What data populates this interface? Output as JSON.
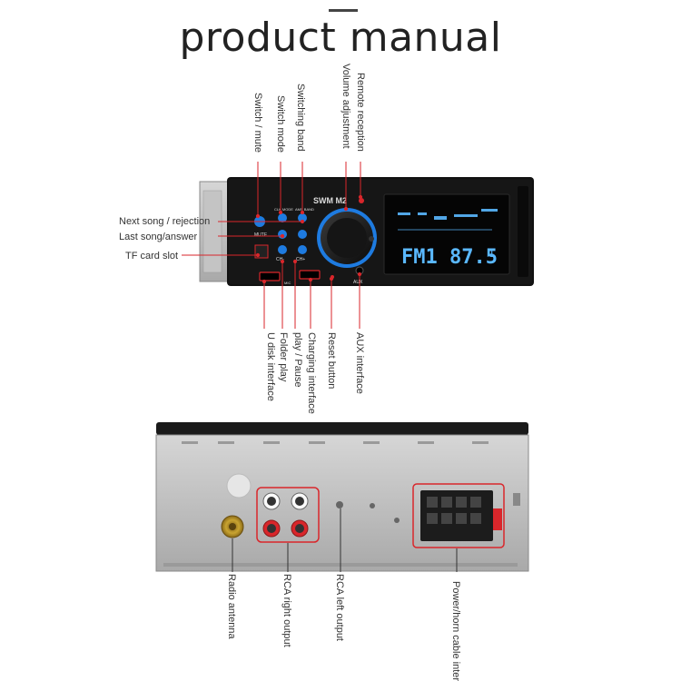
{
  "page_title": "product manual",
  "front_panel": {
    "brand": "SWM M2",
    "display_text": "FM1 87.5",
    "display_small": "1",
    "buttons": {
      "mute": "MUTE",
      "clk_mode": "CLK MODE",
      "ams_band": "AMS BAND",
      "ch_minus": "CH-",
      "ch_plus": "CH+",
      "mic": "MIC",
      "aux": "AUX"
    },
    "labels_top": [
      "Switch / mute",
      "Switch mode",
      "Switching band",
      "Volume adjustment",
      "Remote reception"
    ],
    "labels_left": [
      "Next song / rejection",
      "Last song/answer",
      "TF card slot"
    ],
    "labels_bottom": [
      "U disk interface",
      "Folder play",
      "play / Pause",
      "Charging interface",
      "Reset button",
      "AUX interface"
    ]
  },
  "back_panel": {
    "labels": [
      "Radio antenna",
      "RCA right output",
      "RCA left output",
      "Power/horn cable interface"
    ]
  },
  "colors": {
    "accent_blue": "#1e7be0",
    "callout_red": "#d9262b",
    "display_blue": "#5ab8ff"
  }
}
